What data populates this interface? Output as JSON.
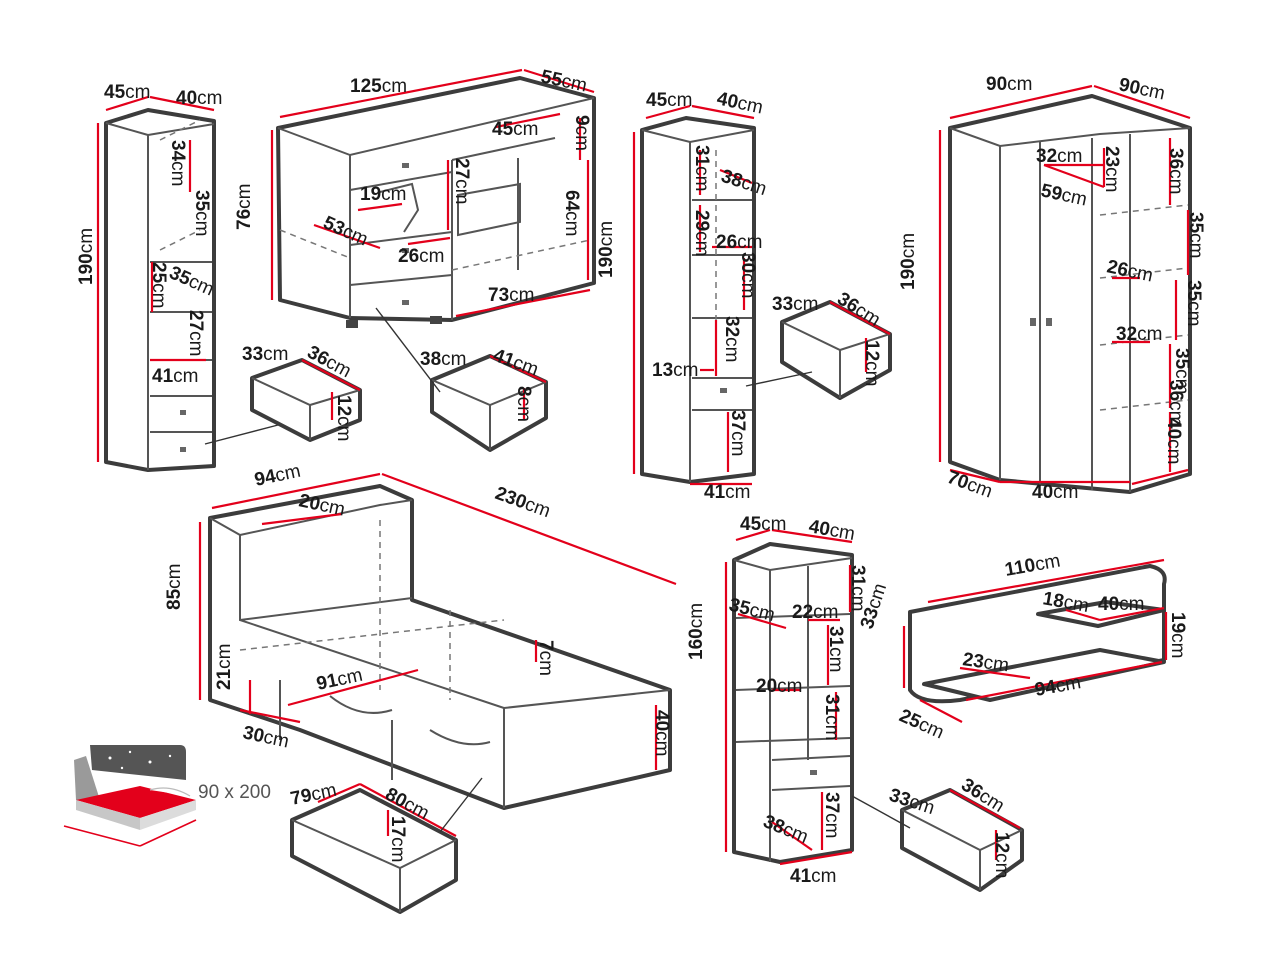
{
  "colors": {
    "dimension_line": "#e3001b",
    "outline": "#3c3c3c",
    "text": "#1a1a1a"
  },
  "icon": {
    "name": "bed-size-icon",
    "label": "90 x 200"
  },
  "items": {
    "tall_shelf": {
      "dims": [
        "45cm",
        "40cm",
        "190cm",
        "34cm",
        "35cm",
        "25cm",
        "35cm",
        "27cm",
        "41cm"
      ],
      "drawer": [
        "33cm",
        "36cm",
        "12cm"
      ]
    },
    "desk": {
      "dims": [
        "125cm",
        "55cm",
        "45cm",
        "9cm",
        "76cm",
        "27cm",
        "19cm",
        "53cm",
        "26cm",
        "64cm",
        "73cm"
      ],
      "drawer": [
        "38cm",
        "41cm",
        "8cm"
      ]
    },
    "bookcase": {
      "dims": [
        "45cm",
        "40cm",
        "190cm",
        "31cm",
        "38cm",
        "29cm",
        "26cm",
        "30cm",
        "32cm",
        "13cm",
        "37cm",
        "41cm"
      ],
      "drawer": [
        "33cm",
        "36cm",
        "12cm"
      ]
    },
    "corner_wardrobe": {
      "dims": [
        "90cm",
        "90cm",
        "190cm",
        "32cm",
        "59cm",
        "23cm",
        "36cm",
        "35cm",
        "26cm",
        "35cm",
        "32cm",
        "35cm",
        "36cm",
        "40cm",
        "70cm",
        "40cm"
      ]
    },
    "bed": {
      "dims": [
        "94cm",
        "230cm",
        "20cm",
        "85cm",
        "7cm",
        "91cm",
        "21cm",
        "30cm",
        "40cm"
      ],
      "drawer": [
        "79cm",
        "80cm",
        "17cm"
      ]
    },
    "narrow_shelf": {
      "dims": [
        "45cm",
        "40cm",
        "31cm",
        "35cm",
        "22cm",
        "160cm",
        "31cm",
        "20cm",
        "31cm",
        "37cm",
        "38cm",
        "41cm"
      ],
      "drawer": [
        "33cm",
        "36cm",
        "12cm"
      ]
    },
    "wall_shelf": {
      "dims": [
        "110cm",
        "18cm",
        "40cm",
        "19cm",
        "33cm",
        "23cm",
        "94cm",
        "25cm"
      ]
    }
  }
}
